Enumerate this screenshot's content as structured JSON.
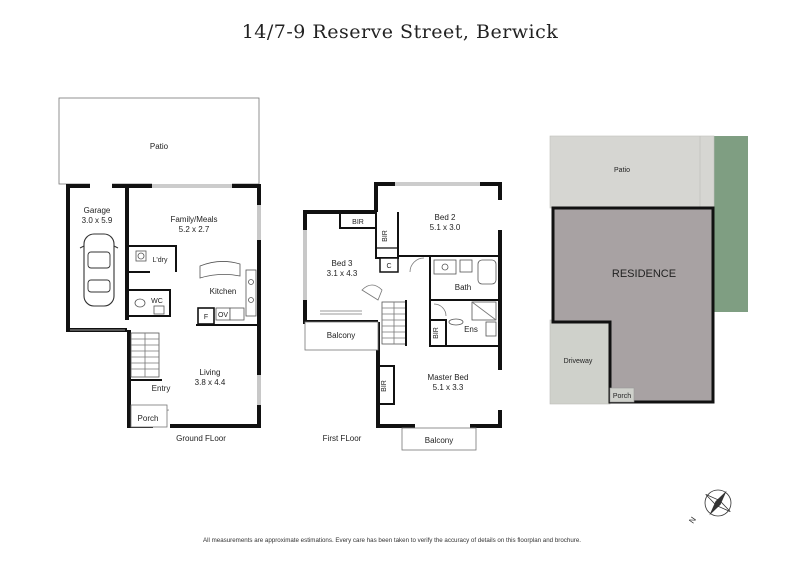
{
  "title": "14/7-9 Reserve Street, Berwick",
  "ground_floor": {
    "caption": "Ground FLoor",
    "rooms": {
      "patio": "Patio",
      "garage": "Garage",
      "garage_size": "3.0 x 5.9",
      "family_meals": "Family/Meals",
      "family_meals_size": "5.2 x 2.7",
      "ldry": "L'dry",
      "kitchen": "Kitchen",
      "wc": "WC",
      "fridge": "F",
      "oven": "OV",
      "living": "Living",
      "living_size": "3.8 x 4.4",
      "entry": "Entry",
      "porch": "Porch"
    }
  },
  "first_floor": {
    "caption": "First FLoor",
    "rooms": {
      "bed3": "Bed 3",
      "bed3_size": "3.1 x 4.3",
      "bir_bed3": "BIR",
      "bed2": "Bed 2",
      "bed2_size": "5.1 x 3.0",
      "bir_bed2": "BIR",
      "linen": "C",
      "bath": "Bath",
      "balcony_left": "Balcony",
      "bir_ens": "BIR",
      "ens": "Ens",
      "master_bed": "Master Bed",
      "master_bed_size": "5.1 x 3.3",
      "bir_master": "BIR",
      "balcony_bottom": "Balcony"
    }
  },
  "site_plan": {
    "patio": "Patio",
    "residence": "RESIDENCE",
    "driveway": "Driveway",
    "porch": "Porch",
    "colors": {
      "patio": "#d6d6d2",
      "residence": "#a8a2a3",
      "driveway": "#cfd1cb",
      "garden": "#7f9e82"
    }
  },
  "compass": {
    "north_label": "N",
    "icon": "north-compass-icon"
  },
  "disclaimer": "All measurements are approximate estimations. Every care has been taken to verify the accuracy of details on this floorplan and brochure."
}
